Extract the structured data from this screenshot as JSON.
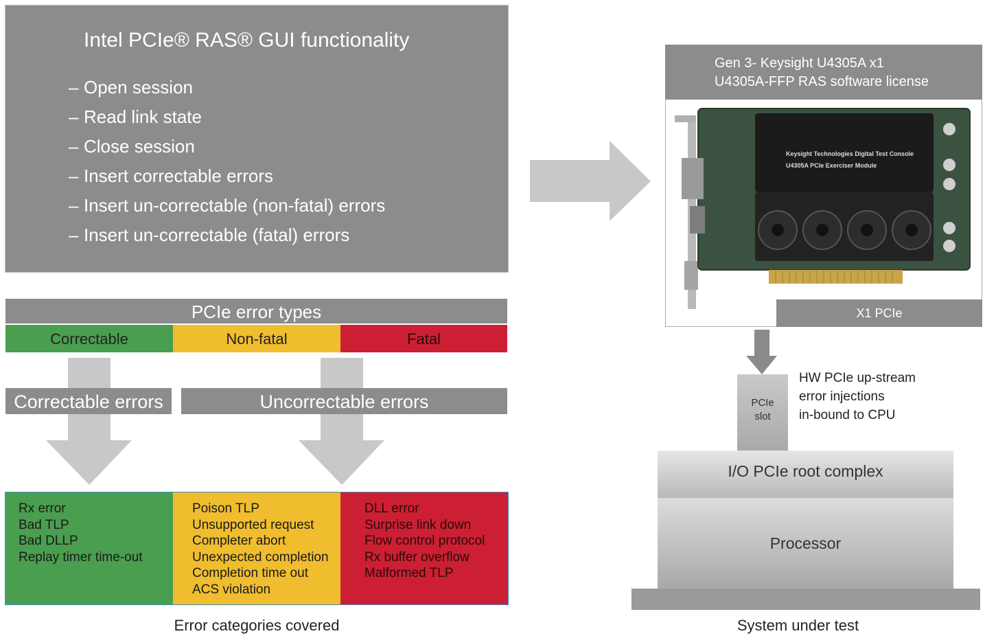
{
  "gui_panel": {
    "title": "Intel PCIe® RAS® GUI functionality",
    "items": [
      "Open session",
      "Read link state",
      "Close session",
      "Insert correctable errors",
      "Insert un-correctable (non-fatal) errors",
      "Insert un-correctable (fatal) errors"
    ],
    "bullet": "–"
  },
  "error_types": {
    "header": "PCIe error types",
    "correctable": "Correctable",
    "nonfatal": "Non-fatal",
    "fatal": "Fatal"
  },
  "categories": {
    "correctable": "Correctable errors",
    "uncorrectable": "Uncorrectable errors"
  },
  "error_lists": {
    "correctable": [
      "Rx error",
      "Bad TLP",
      "Bad DLLP",
      "Replay timer time-out"
    ],
    "nonfatal": [
      "Poison TLP",
      "Unsupported request",
      "Completer abort",
      "Unexpected completion",
      "Completion time out",
      "ACS violation"
    ],
    "fatal": [
      "DLL error",
      "Surprise link down",
      "Flow control protocol",
      "Rx buffer overflow",
      "Malformed TLP"
    ]
  },
  "captions": {
    "left": "Error categories covered",
    "right": "System under test"
  },
  "card": {
    "line1": "Gen 3- Keysight U4305A x1",
    "line2": "U4305A-FFP RAS software license",
    "x1_label": "X1 PCIe",
    "board_text1": "Keysight Technologies Digital Test Console",
    "board_text2": "U4305A PCIe Exerciser Module"
  },
  "system": {
    "slot_line1": "PCIe",
    "slot_line2": "slot",
    "hw_line1": "HW PCIe up-stream",
    "hw_line2": "error injections",
    "hw_line3": "in-bound to CPU",
    "root_complex": "I/O PCIe root complex",
    "processor": "Processor"
  },
  "colors": {
    "panel_gray": "#8c8c8c",
    "green": "#4a9e4f",
    "yellow": "#f0bd2e",
    "red": "#cc1f33",
    "arrow_gray": "#c8c8c8"
  }
}
